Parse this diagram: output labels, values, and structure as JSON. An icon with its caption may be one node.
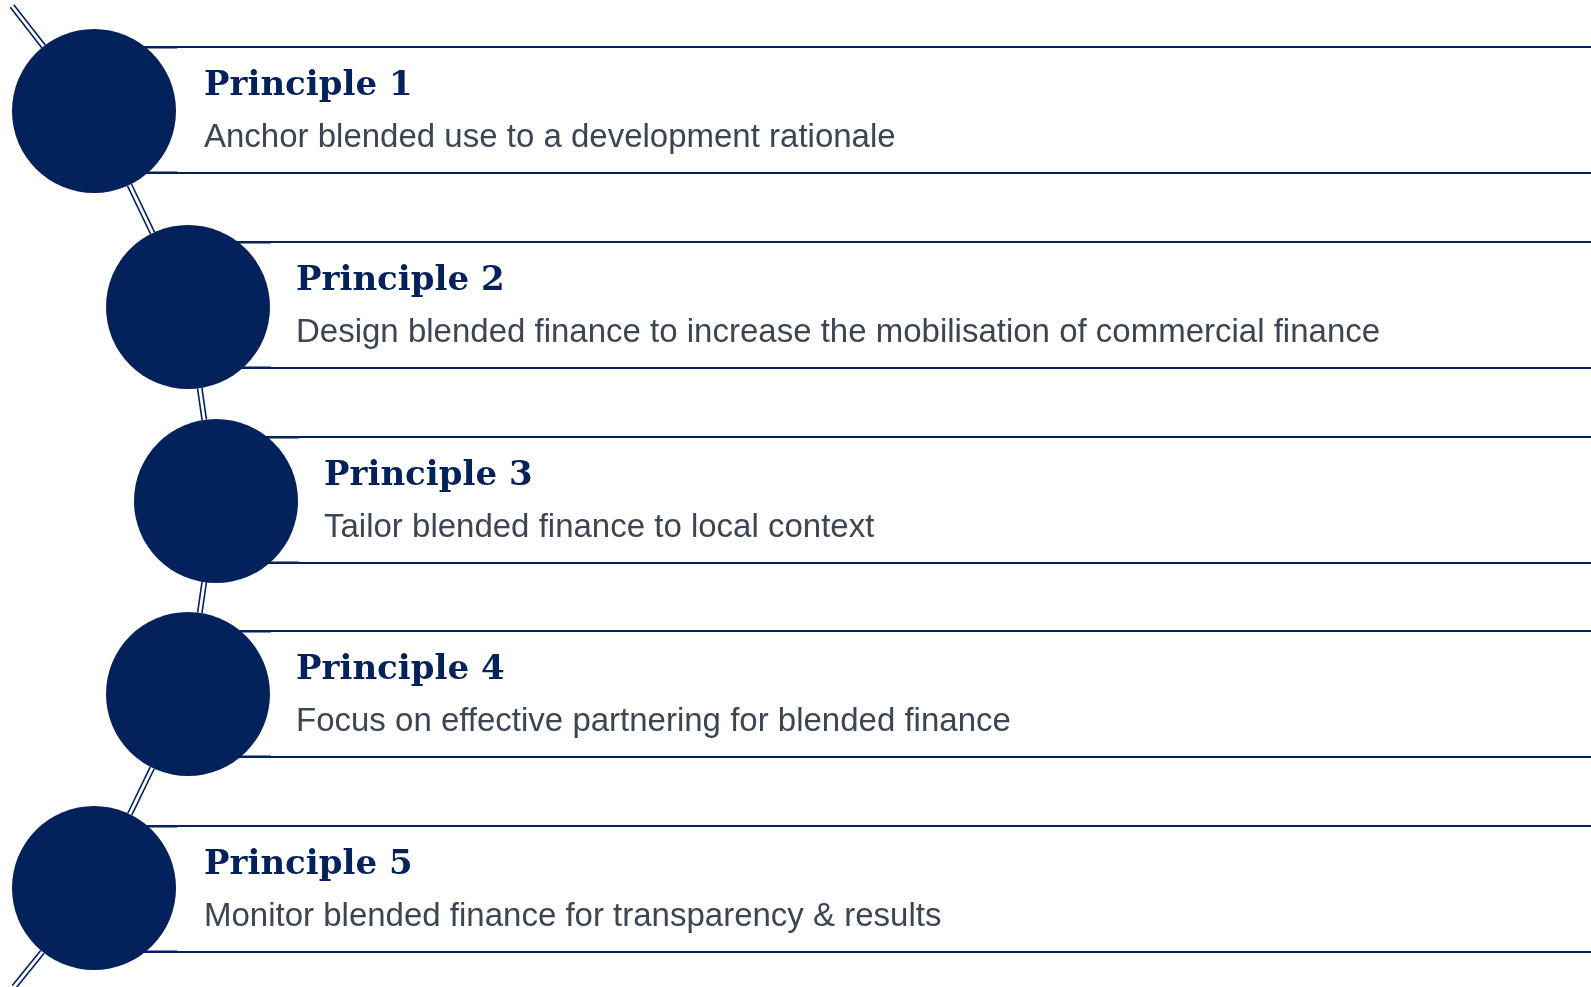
{
  "diagram": {
    "nodes": [
      {
        "text": [],
        "shape": "circle"
      },
      {
        "text": [
          "Principle 1",
          "Anchor blended use to a development rationale"
        ]
      },
      {
        "text": [],
        "shape": "circle"
      },
      {
        "text": [
          "Principle 2",
          "Design blended finance to increase the mobilisation of commercial finance"
        ]
      },
      {
        "text": [],
        "shape": "circle"
      },
      {
        "text": [
          "Principle 3",
          "Tailor blended finance to local context"
        ]
      },
      {
        "text": [],
        "shape": "circle"
      },
      {
        "text": [
          "Principle 4",
          "Focus on effective partnering for blended finance"
        ]
      },
      {
        "text": [],
        "shape": "circle"
      },
      {
        "text": [
          "Principle 5",
          "Monitor blended finance for transparency & results"
        ]
      }
    ],
    "edges": [
      {
        "from": null,
        "to": 0,
        "arrow": "none"
      },
      {
        "from": 0,
        "to": 2,
        "arrow": "none"
      },
      {
        "from": 2,
        "to": 4,
        "arrow": "none"
      },
      {
        "from": 4,
        "to": 6,
        "arrow": "none"
      },
      {
        "from": 6,
        "to": 8,
        "arrow": "none"
      },
      {
        "from": 8,
        "to": null,
        "arrow": "none"
      }
    ]
  }
}
